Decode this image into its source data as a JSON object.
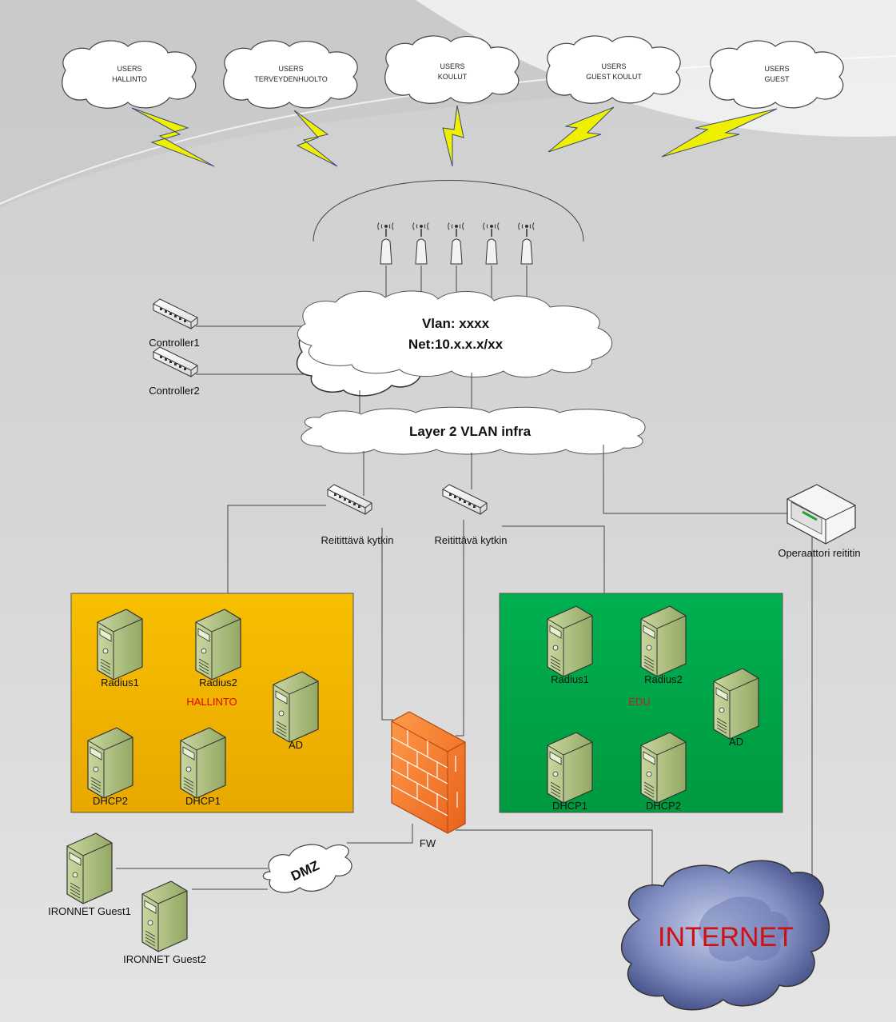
{
  "user_groups": [
    {
      "line1": "USERS",
      "line2": "HALLINTO"
    },
    {
      "line1": "USERS",
      "line2": "TERVEYDENHUOLTO"
    },
    {
      "line1": "USERS",
      "line2": "KOULUT"
    },
    {
      "line1": "USERS",
      "line2": "GUEST KOULUT"
    },
    {
      "line1": "USERS",
      "line2": "GUEST"
    }
  ],
  "vlan_cloud": {
    "line1": "Vlan: xxxx",
    "line2": "Net:10.x.x.x/xx"
  },
  "layer2_cloud": "Layer 2 VLAN infra",
  "controllers": [
    "Controller1",
    "Controller2"
  ],
  "switches": [
    "Reitittävä kytkin",
    "Reitittävä kytkin"
  ],
  "operator_router": "Operaattori reititin",
  "zone_hallinto": {
    "name": "HALLINTO",
    "color": "#f0b400",
    "servers": [
      "Radius1",
      "Radius2",
      "AD",
      "DHCP2",
      "DHCP1"
    ]
  },
  "zone_edu": {
    "name": "EDU",
    "color": "#00a040",
    "servers": [
      "Radius1",
      "Radius2",
      "AD",
      "DHCP1",
      "DHCP2"
    ]
  },
  "firewall": "FW",
  "dmz": "DMZ",
  "guests": [
    "IRONNET Guest1",
    "IRONNET Guest2"
  ],
  "internet": "INTERNET",
  "colors": {
    "zone_label_red": "#e00000",
    "internet_text": "#d01010",
    "lightning": "#f2f000"
  }
}
